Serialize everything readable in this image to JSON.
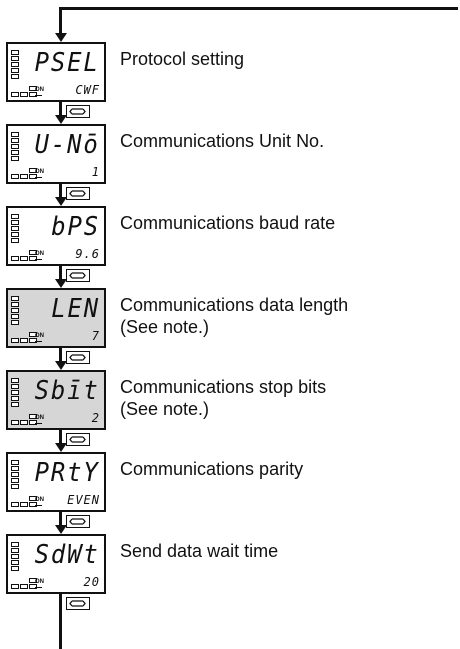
{
  "flow": {
    "steps": [
      {
        "display_main": "PSEL",
        "display_sub": "CWF",
        "caption": "Protocol setting",
        "note": "",
        "shaded": false
      },
      {
        "display_main": "U-Nō",
        "display_sub": "1",
        "caption": "Communications Unit No.",
        "note": "",
        "shaded": false
      },
      {
        "display_main": "bPS",
        "display_sub": "9.6",
        "caption": "Communications baud rate",
        "note": "",
        "shaded": false
      },
      {
        "display_main": "LEN",
        "display_sub": "7",
        "caption": "Communications data length",
        "note": "(See note.)",
        "shaded": true
      },
      {
        "display_main": "Sbīt",
        "display_sub": "2",
        "caption": "Communications stop bits",
        "note": "(See note.)",
        "shaded": true
      },
      {
        "display_main": "PRtY",
        "display_sub": "EVEN",
        "caption": "Communications parity",
        "note": "",
        "shaded": false
      },
      {
        "display_main": "SdWt",
        "display_sub": "20",
        "caption": "Send data wait time",
        "note": "",
        "shaded": false
      }
    ],
    "panel_on_label": "ON",
    "mode_key_icon": "mode-cycle-key-icon",
    "colors": {
      "line": "#111111",
      "shaded_panel": "#d6d6d6",
      "panel": "#ffffff"
    }
  }
}
